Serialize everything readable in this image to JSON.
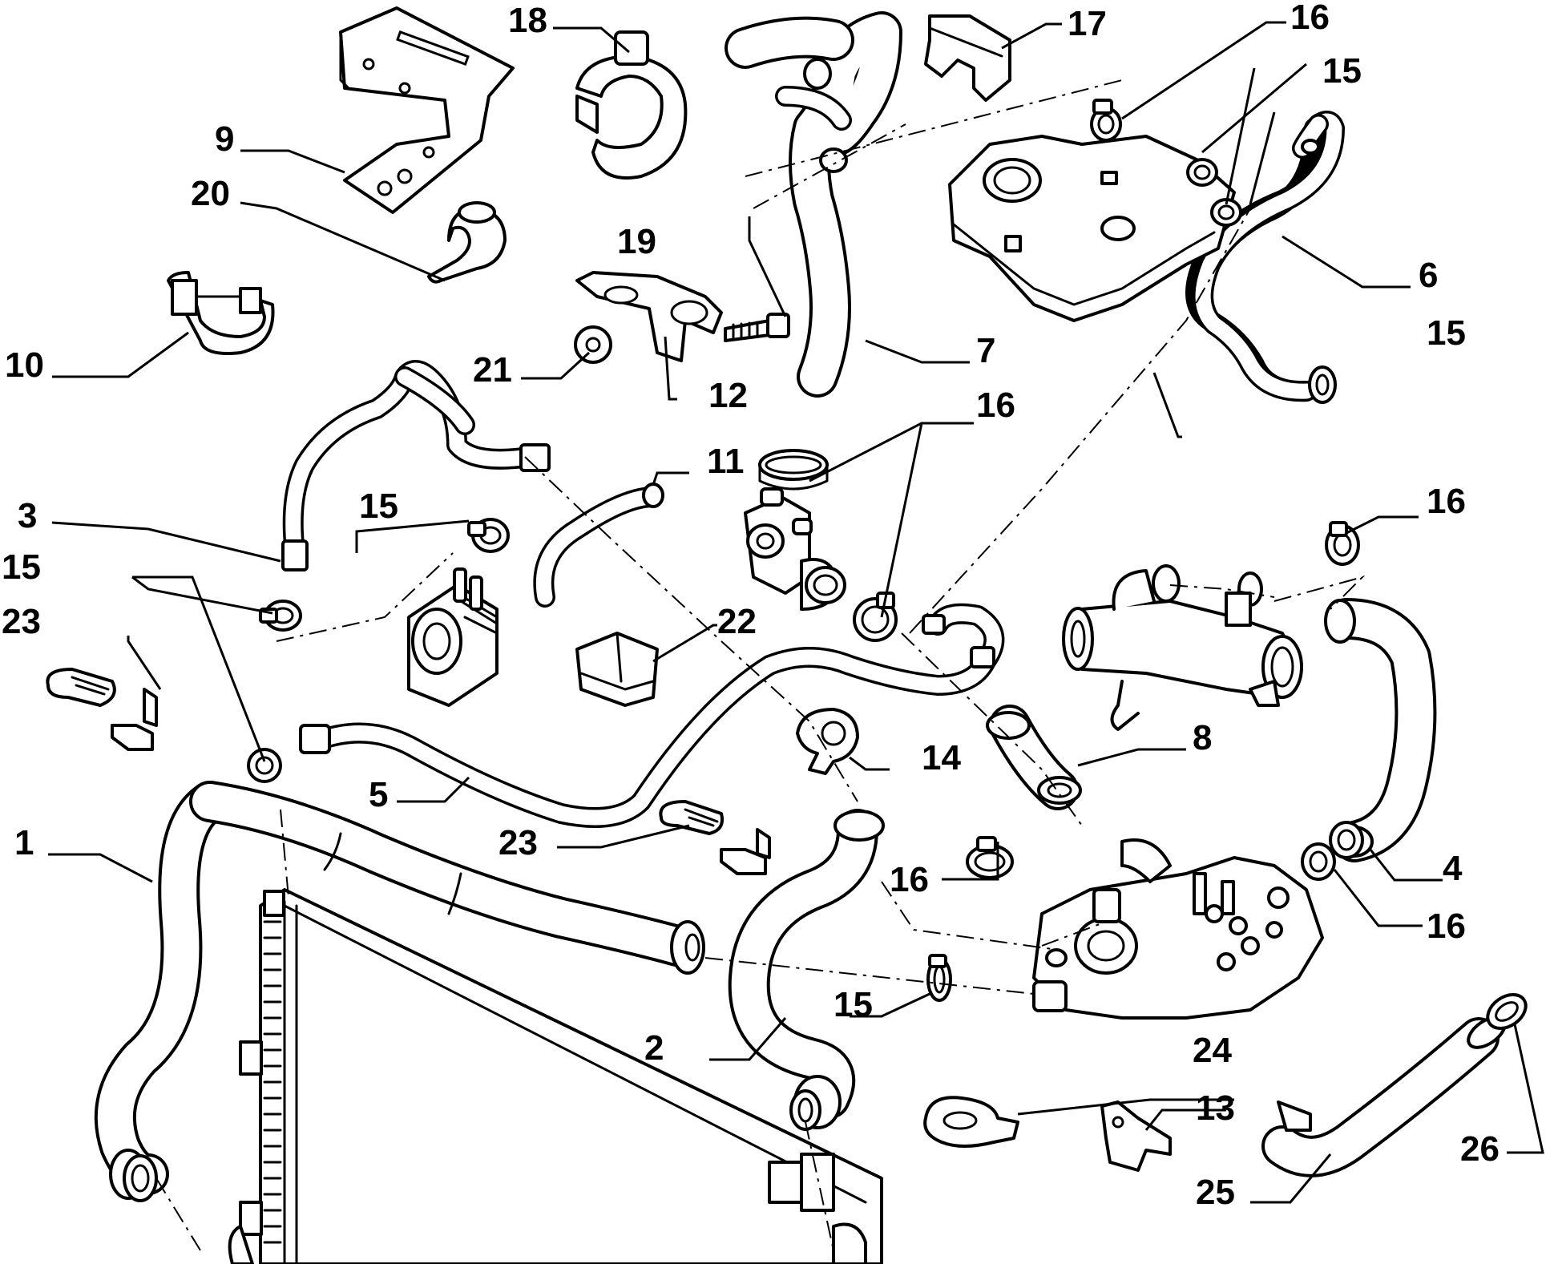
{
  "diagram": {
    "colors": {
      "line": "#000000",
      "background": "#ffffff"
    },
    "callouts": [
      {
        "id": "c1",
        "label": "1"
      },
      {
        "id": "c2",
        "label": "2"
      },
      {
        "id": "c3",
        "label": "3"
      },
      {
        "id": "c4",
        "label": "4"
      },
      {
        "id": "c5",
        "label": "5"
      },
      {
        "id": "c6",
        "label": "6"
      },
      {
        "id": "c7",
        "label": "7"
      },
      {
        "id": "c8",
        "label": "8"
      },
      {
        "id": "c9",
        "label": "9"
      },
      {
        "id": "c10",
        "label": "10"
      },
      {
        "id": "c11",
        "label": "11"
      },
      {
        "id": "c12",
        "label": "12"
      },
      {
        "id": "c13",
        "label": "13"
      },
      {
        "id": "c14",
        "label": "14"
      },
      {
        "id": "c15a",
        "label": "15"
      },
      {
        "id": "c15b",
        "label": "15"
      },
      {
        "id": "c15c",
        "label": "15"
      },
      {
        "id": "c15d",
        "label": "15"
      },
      {
        "id": "c15e",
        "label": "15"
      },
      {
        "id": "c16a",
        "label": "16"
      },
      {
        "id": "c16b",
        "label": "16"
      },
      {
        "id": "c16c",
        "label": "16"
      },
      {
        "id": "c16d",
        "label": "16"
      },
      {
        "id": "c16e",
        "label": "16"
      },
      {
        "id": "c17",
        "label": "17"
      },
      {
        "id": "c18",
        "label": "18"
      },
      {
        "id": "c19",
        "label": "19"
      },
      {
        "id": "c20",
        "label": "20"
      },
      {
        "id": "c21",
        "label": "21"
      },
      {
        "id": "c22",
        "label": "22"
      },
      {
        "id": "c23a",
        "label": "23"
      },
      {
        "id": "c23b",
        "label": "23"
      },
      {
        "id": "c24",
        "label": "24"
      },
      {
        "id": "c25",
        "label": "25"
      },
      {
        "id": "c26",
        "label": "26"
      }
    ]
  }
}
